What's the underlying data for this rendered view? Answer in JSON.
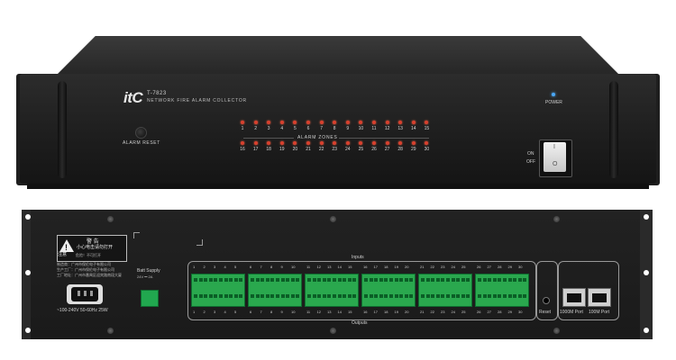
{
  "front": {
    "logo": "itC",
    "model": "T-7823",
    "product_name": "NETWORK FIRE ALARM COLLECTOR",
    "alarm_reset_label": "ALARM RESET",
    "alarm_zones_label": "ALARM ZONES",
    "zones_row1": [
      "1",
      "2",
      "3",
      "4",
      "5",
      "6",
      "7",
      "8",
      "9",
      "10",
      "11",
      "12",
      "13",
      "14",
      "15"
    ],
    "zones_row2": [
      "16",
      "17",
      "18",
      "19",
      "20",
      "21",
      "22",
      "23",
      "24",
      "25",
      "26",
      "27",
      "28",
      "29",
      "30"
    ],
    "power_label": "POWER",
    "on_label": "ON",
    "off_label": "OFF",
    "switch_on_glyph": "I",
    "switch_off_glyph": "O"
  },
  "rear": {
    "warning_title": "警 告",
    "warning_text": "小心电击请勿打开",
    "warning_sub": "危险！不可打开",
    "notice_label": "注意",
    "cn_lines": [
      "制造商：广州市保伦电子有限公司",
      "生产工厂：广州市保伦电子有限公司",
      "工厂地址：广州市番禺区迎宾路南段大厦"
    ],
    "ac_label": "~100-240V  50-60Hz  25W",
    "batt_label": "Batt Supply",
    "batt_spec": "24V ⎓ 2A",
    "inputs_label": "Inputs",
    "outputs_label": "Outputs",
    "io_numbers": [
      "1",
      "2",
      "3",
      "4",
      "5",
      "6",
      "7",
      "8",
      "9",
      "10",
      "11",
      "12",
      "13",
      "14",
      "15",
      "16",
      "17",
      "18",
      "19",
      "20",
      "21",
      "22",
      "23",
      "24",
      "25",
      "26",
      "27",
      "28",
      "29",
      "30"
    ],
    "reset_label": "Reset",
    "port1_label": "1000M Port",
    "port2_label": "100M Port"
  }
}
